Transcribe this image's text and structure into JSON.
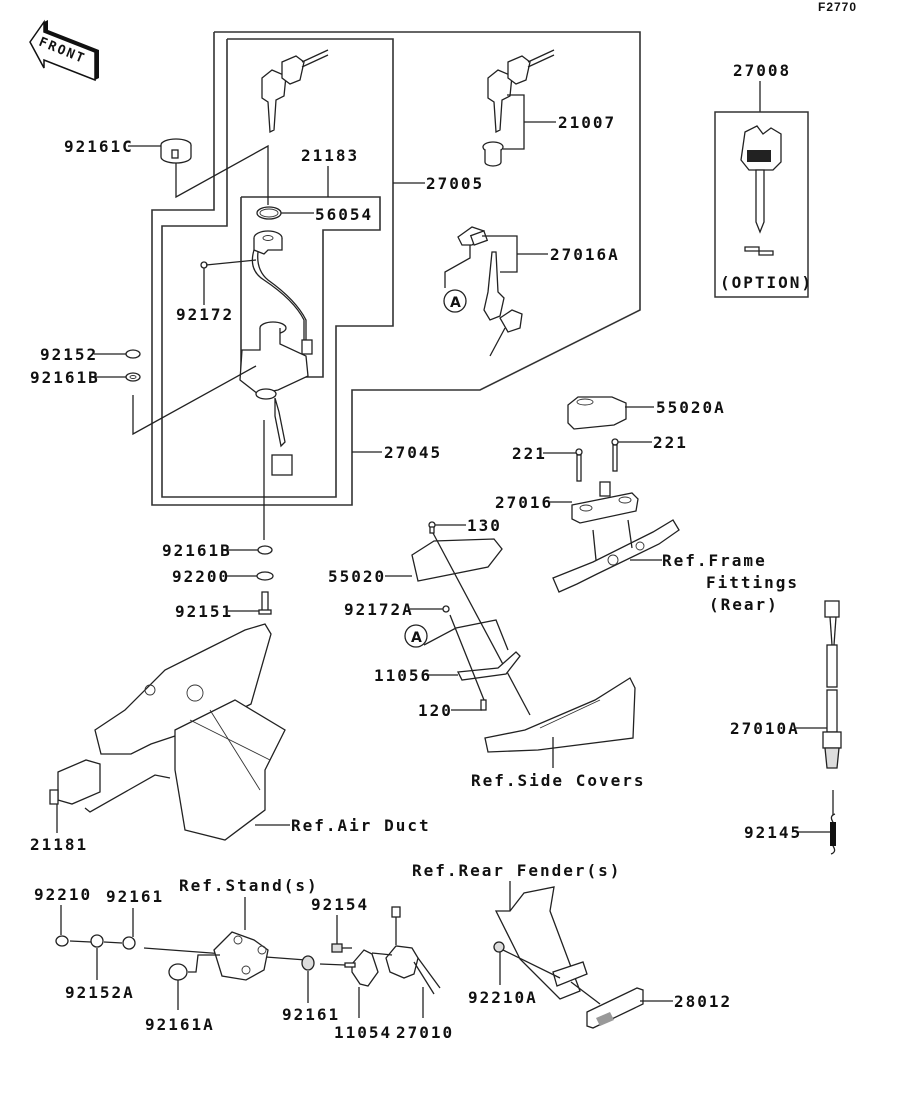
{
  "diagram": {
    "figure_id": "F2770",
    "front_indicator": "FRONT",
    "option_label": "(OPTION)",
    "callout_marker": "A",
    "part_labels": {
      "p92161C": "92161C",
      "p21183": "21183",
      "p56054": "56054",
      "p27005": "27005",
      "p21007": "21007",
      "p27016A": "27016A",
      "p27008": "27008",
      "p92172": "92172",
      "p92152": "92152",
      "p92161B_top": "92161B",
      "p27045": "27045",
      "p55020A": "55020A",
      "p221_left": "221",
      "p221_right": "221",
      "p27016": "27016",
      "p130": "130",
      "p92161B_bottom": "92161B",
      "p92200": "92200",
      "p92151": "92151",
      "p55020": "55020",
      "p92172A": "92172A",
      "p11056": "11056",
      "p120": "120",
      "p27010A": "27010A",
      "p21181": "21181",
      "p92145": "92145",
      "p92210": "92210",
      "p92161_left": "92161",
      "p92152A": "92152A",
      "p92161A": "92161A",
      "p92154": "92154",
      "p92161_right": "92161",
      "p11054": "11054",
      "p27010": "27010",
      "p92210A": "92210A",
      "p28012": "28012"
    },
    "reference_labels": {
      "frame_fittings_1": "Ref.Frame",
      "frame_fittings_2": "Fittings",
      "frame_fittings_3": "(Rear)",
      "side_covers": "Ref.Side Covers",
      "air_duct": "Ref.Air Duct",
      "stands": "Ref.Stand(s)",
      "rear_fenders": "Ref.Rear Fender(s)"
    }
  }
}
